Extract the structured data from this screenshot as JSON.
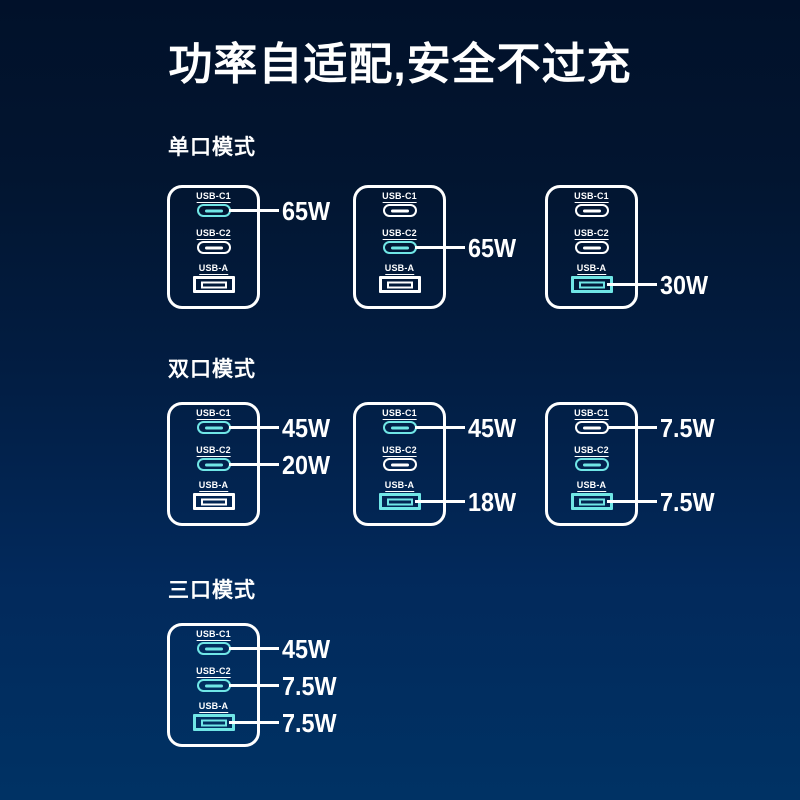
{
  "title": "功率自适配,安全不过充",
  "colors": {
    "accent_cyan": "#70E6E6",
    "text_white": "#FFFFFF",
    "background_top": "#01112A",
    "background_bottom": "#003264"
  },
  "port_labels": {
    "c1": "USB-C1",
    "c2": "USB-C2",
    "a": "USB-A"
  },
  "sections": [
    {
      "label": "单口模式",
      "chargers": [
        {
          "c1": {
            "highlight": true,
            "watt": "65W"
          },
          "c2": {
            "highlight": false
          },
          "a": {
            "highlight": false
          }
        },
        {
          "c1": {
            "highlight": false
          },
          "c2": {
            "highlight": true,
            "watt": "65W"
          },
          "a": {
            "highlight": false
          }
        },
        {
          "c1": {
            "highlight": false
          },
          "c2": {
            "highlight": false
          },
          "a": {
            "highlight": true,
            "watt": "30W"
          }
        }
      ]
    },
    {
      "label": "双口模式",
      "chargers": [
        {
          "c1": {
            "highlight": true,
            "watt": "45W"
          },
          "c2": {
            "highlight": true,
            "watt": "20W"
          },
          "a": {
            "highlight": false
          }
        },
        {
          "c1": {
            "highlight": true,
            "watt": "45W"
          },
          "c2": {
            "highlight": false
          },
          "a": {
            "highlight": true,
            "watt": "18W"
          }
        },
        {
          "c1": {
            "highlight": false,
            "watt": "7.5W"
          },
          "c2": {
            "highlight": true
          },
          "a": {
            "highlight": true,
            "watt": "7.5W"
          }
        }
      ]
    },
    {
      "label": "三口模式",
      "chargers": [
        {
          "c1": {
            "highlight": true,
            "watt": "45W"
          },
          "c2": {
            "highlight": true,
            "watt": "7.5W"
          },
          "a": {
            "highlight": true,
            "watt": "7.5W"
          }
        }
      ]
    }
  ]
}
